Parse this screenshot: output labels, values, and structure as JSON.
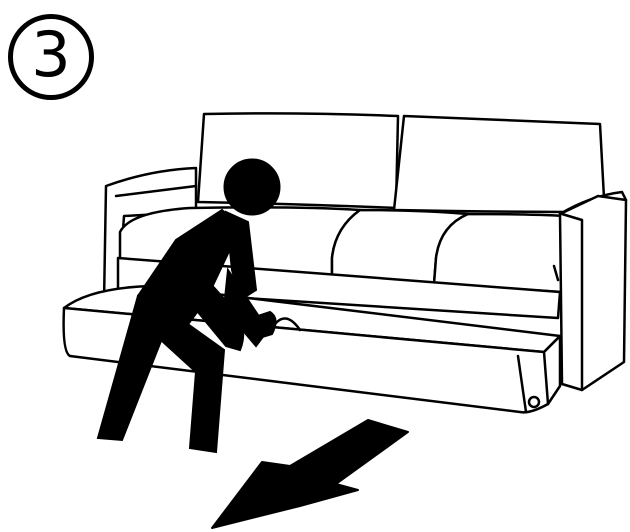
{
  "step": {
    "number": "3"
  },
  "illustration": {
    "subject": "sofa",
    "action": "pull-out",
    "colors": {
      "line": "#000000",
      "fill": "#ffffff",
      "figure": "#000000"
    },
    "icons": [
      "person-icon",
      "arrow-icon",
      "sofa-icon"
    ]
  }
}
